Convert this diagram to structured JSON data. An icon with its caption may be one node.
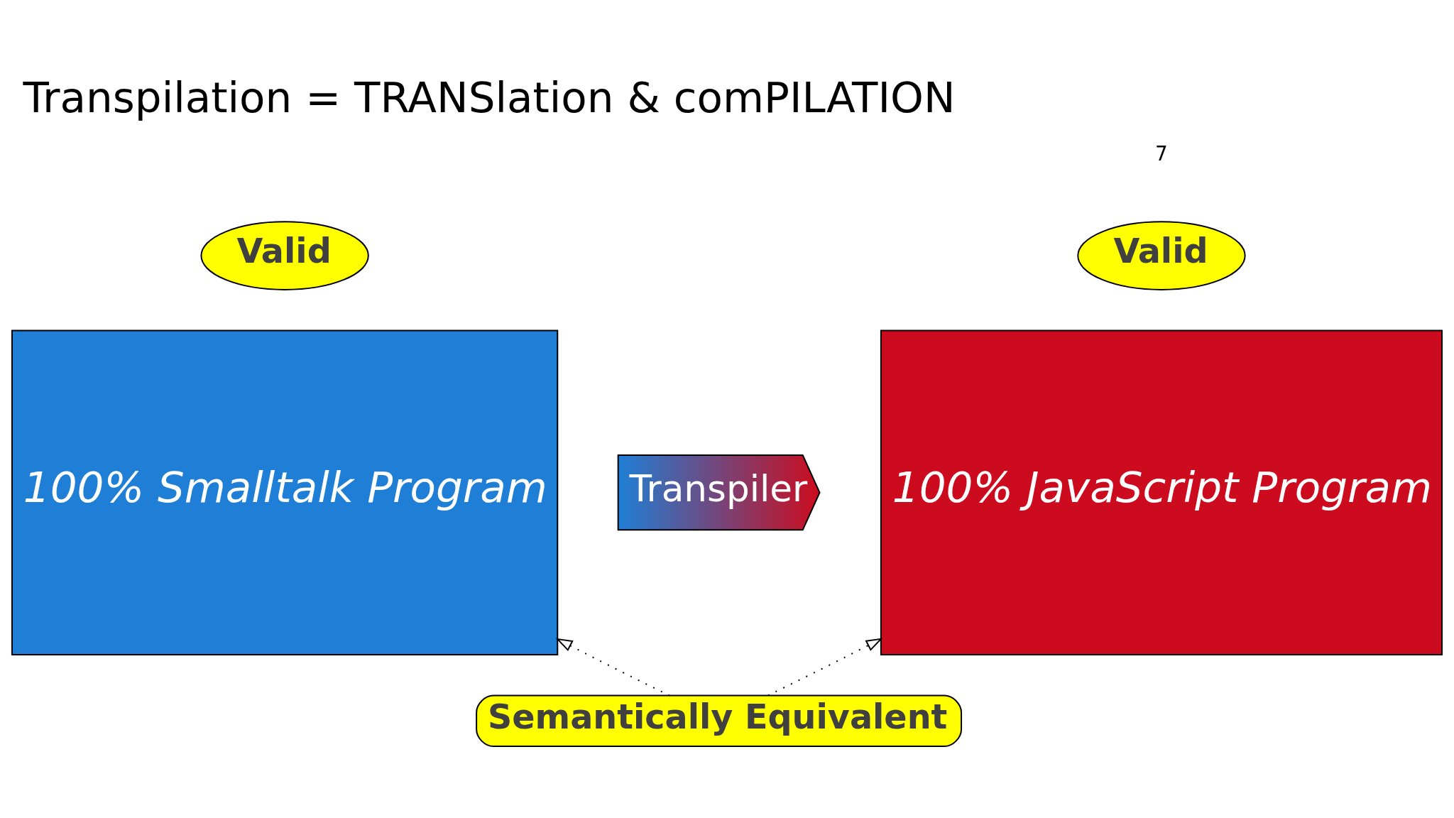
{
  "diagram": {
    "title": "Transpilation = TRANSlation & comPILATION",
    "nodes": [
      {
        "text": [
          "100% Smalltalk Program"
        ]
      },
      {
        "text": [
          "Valid"
        ]
      },
      {
        "text": [
          "Transpiler"
        ]
      },
      {
        "text": [
          "100% JavaScript Program"
        ]
      },
      {
        "text": [
          "Valid"
        ]
      },
      {
        "text": [
          "Semantically Equivalent"
        ]
      }
    ],
    "edges": [
      {
        "from": 5,
        "to": 0,
        "arrow": "to",
        "style": "dashed"
      },
      {
        "from": 5,
        "to": 3,
        "arrow": "to",
        "style": "dashed"
      }
    ],
    "labels": [
      "7"
    ]
  }
}
